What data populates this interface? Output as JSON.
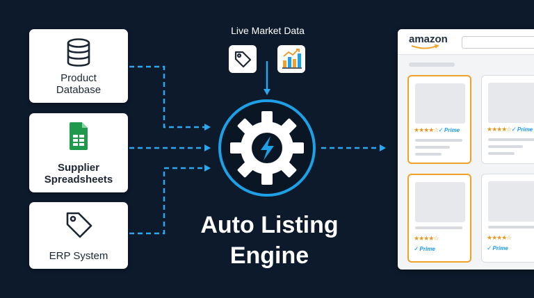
{
  "sources": [
    {
      "label": "Product Database",
      "icon": "database-icon"
    },
    {
      "label": "Supplier Spreadsheets",
      "icon": "spreadsheet-icon"
    },
    {
      "label": "ERP System",
      "icon": "price-tag-icon"
    }
  ],
  "market_data": {
    "title": "Live Market Data",
    "icons": [
      "price-tag-icon",
      "bar-chart-icon"
    ]
  },
  "engine": {
    "title_line1": "Auto Listing",
    "title_line2": "Engine",
    "icon": "gear-lightning-icon"
  },
  "marketplace": {
    "logo_text": "amazon",
    "listings": [
      {
        "stars": "★★★★☆",
        "badge": "Prime",
        "highlighted": true
      },
      {
        "stars": "★★★★☆",
        "badge": "Prime",
        "highlighted": false
      },
      {
        "stars": "★★★★☆",
        "badge": "Prime",
        "highlighted": true
      },
      {
        "stars": "★★★★☆",
        "badge": "Prime",
        "highlighted": false
      }
    ]
  },
  "colors": {
    "background": "#0d1a2b",
    "accent": "#1ea0e6",
    "arrow": "#2aa8f0",
    "highlight_border": "#f0a12b",
    "star": "#e8961c",
    "prime": "#1a98ff"
  }
}
